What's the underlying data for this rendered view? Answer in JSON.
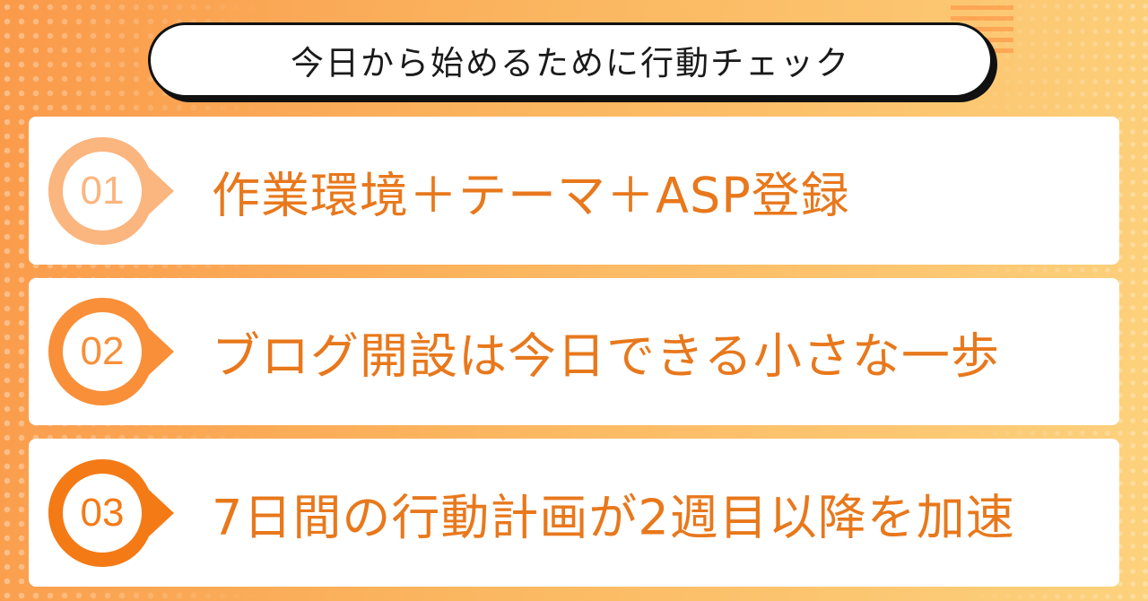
{
  "title": "今日から始めるために行動チェック",
  "colors": {
    "accent_light": "#fbb57e",
    "accent_mid": "#f98f38",
    "accent_dark": "#f47a16",
    "text_orange": "#e8781c",
    "title_text": "#1a1a1a"
  },
  "items": [
    {
      "number": "01",
      "text": "作業環境＋テーマ＋ASP登録"
    },
    {
      "number": "02",
      "text": "ブログ開設は今日できる小さな一歩"
    },
    {
      "number": "03",
      "text": "7日間の行動計画が2週目以降を加速"
    }
  ]
}
